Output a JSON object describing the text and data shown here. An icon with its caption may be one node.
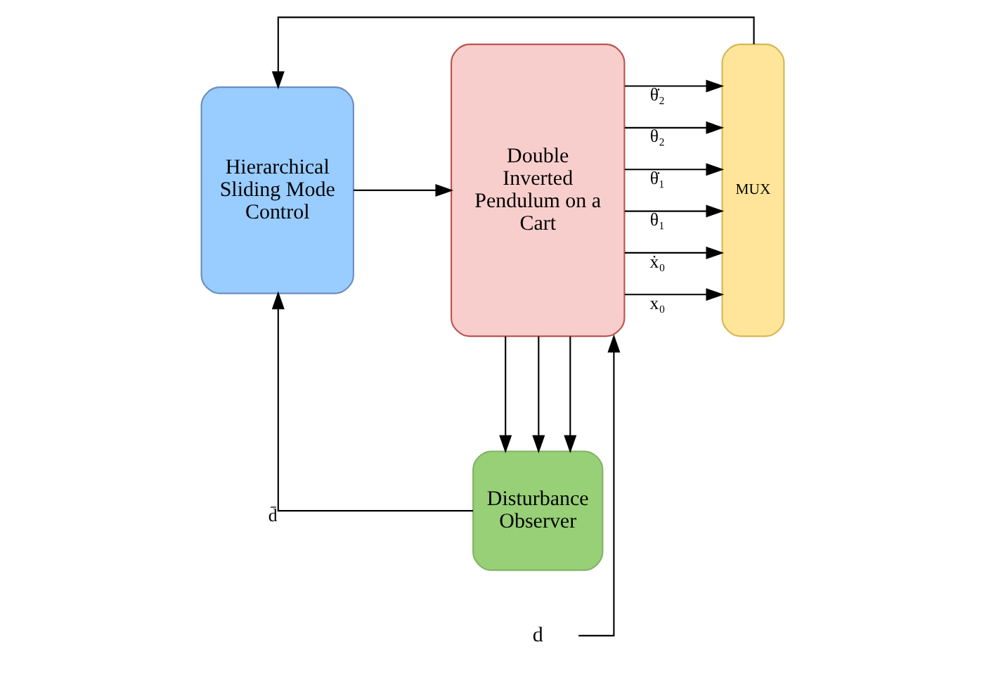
{
  "diagram": {
    "nodes": [
      {
        "text": [
          "Hierarchical Sliding Mode Control"
        ]
      },
      {
        "text": [
          "Double Inverted Pendulum on a Cart"
        ]
      },
      {
        "text": [
          "MUX"
        ]
      },
      {
        "text": [
          "Disturbance Observer"
        ]
      },
      {
        "text": [
          "d"
        ]
      }
    ],
    "edges": [
      {
        "from": 4,
        "to": 1,
        "arrow": "to"
      },
      {
        "from": 0,
        "to": 1,
        "arrow": "to"
      },
      {
        "from": 1,
        "to": 2,
        "arrow": "to",
        "label": "x₀"
      },
      {
        "from": 1,
        "to": 2,
        "arrow": "to",
        "label": "ẋ₀"
      },
      {
        "from": 1,
        "to": 2,
        "arrow": "to",
        "label": "θ₁"
      },
      {
        "from": 1,
        "to": 2,
        "arrow": "to",
        "label": "θ̇₁"
      },
      {
        "from": 1,
        "to": 2,
        "arrow": "to",
        "label": "θ₂"
      },
      {
        "from": 1,
        "to": 2,
        "arrow": "to",
        "label": "θ̇₂"
      },
      {
        "from": 2,
        "to": 0,
        "arrow": "to"
      },
      {
        "from": 1,
        "to": 3,
        "arrow": "to"
      },
      {
        "from": 1,
        "to": 3,
        "arrow": "to"
      },
      {
        "from": 1,
        "to": 3,
        "arrow": "to"
      },
      {
        "from": 3,
        "to": 0,
        "arrow": "to",
        "label": "d̄"
      }
    ]
  }
}
